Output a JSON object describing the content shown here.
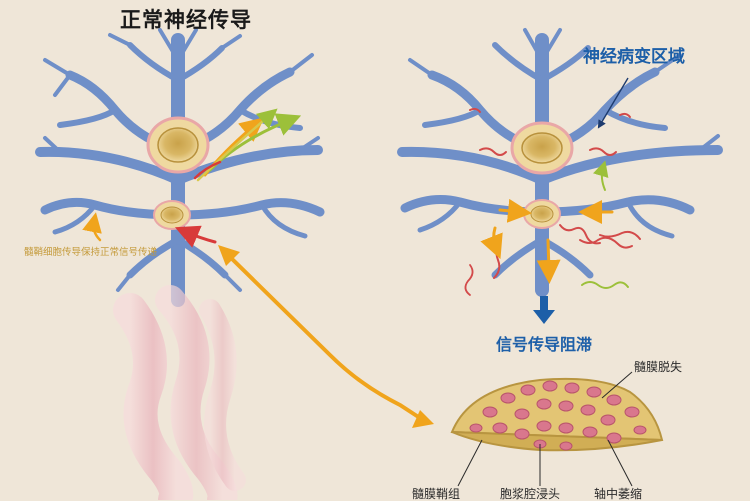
{
  "labels": {
    "title_normal": "正常神经传导",
    "title_lesion": "神经病变区域",
    "signal_blocked": "信号传导阻滞",
    "annotation_left": "髓鞘细胞传导保持正常信号传递",
    "demyelination": "髓膜脱失",
    "bottom_left": "髓膜鞘组",
    "bottom_mid": "胞浆腔浸头",
    "bottom_right": "轴中萎缩"
  },
  "colors": {
    "neuron_blue": "#6f8fc8",
    "neuron_outline": "#4c6ca8",
    "soma": "#d9b765",
    "arrow_orange": "#f0a41c",
    "arrow_green": "#9cc03a",
    "heading_blue": "#1d5fa8"
  }
}
